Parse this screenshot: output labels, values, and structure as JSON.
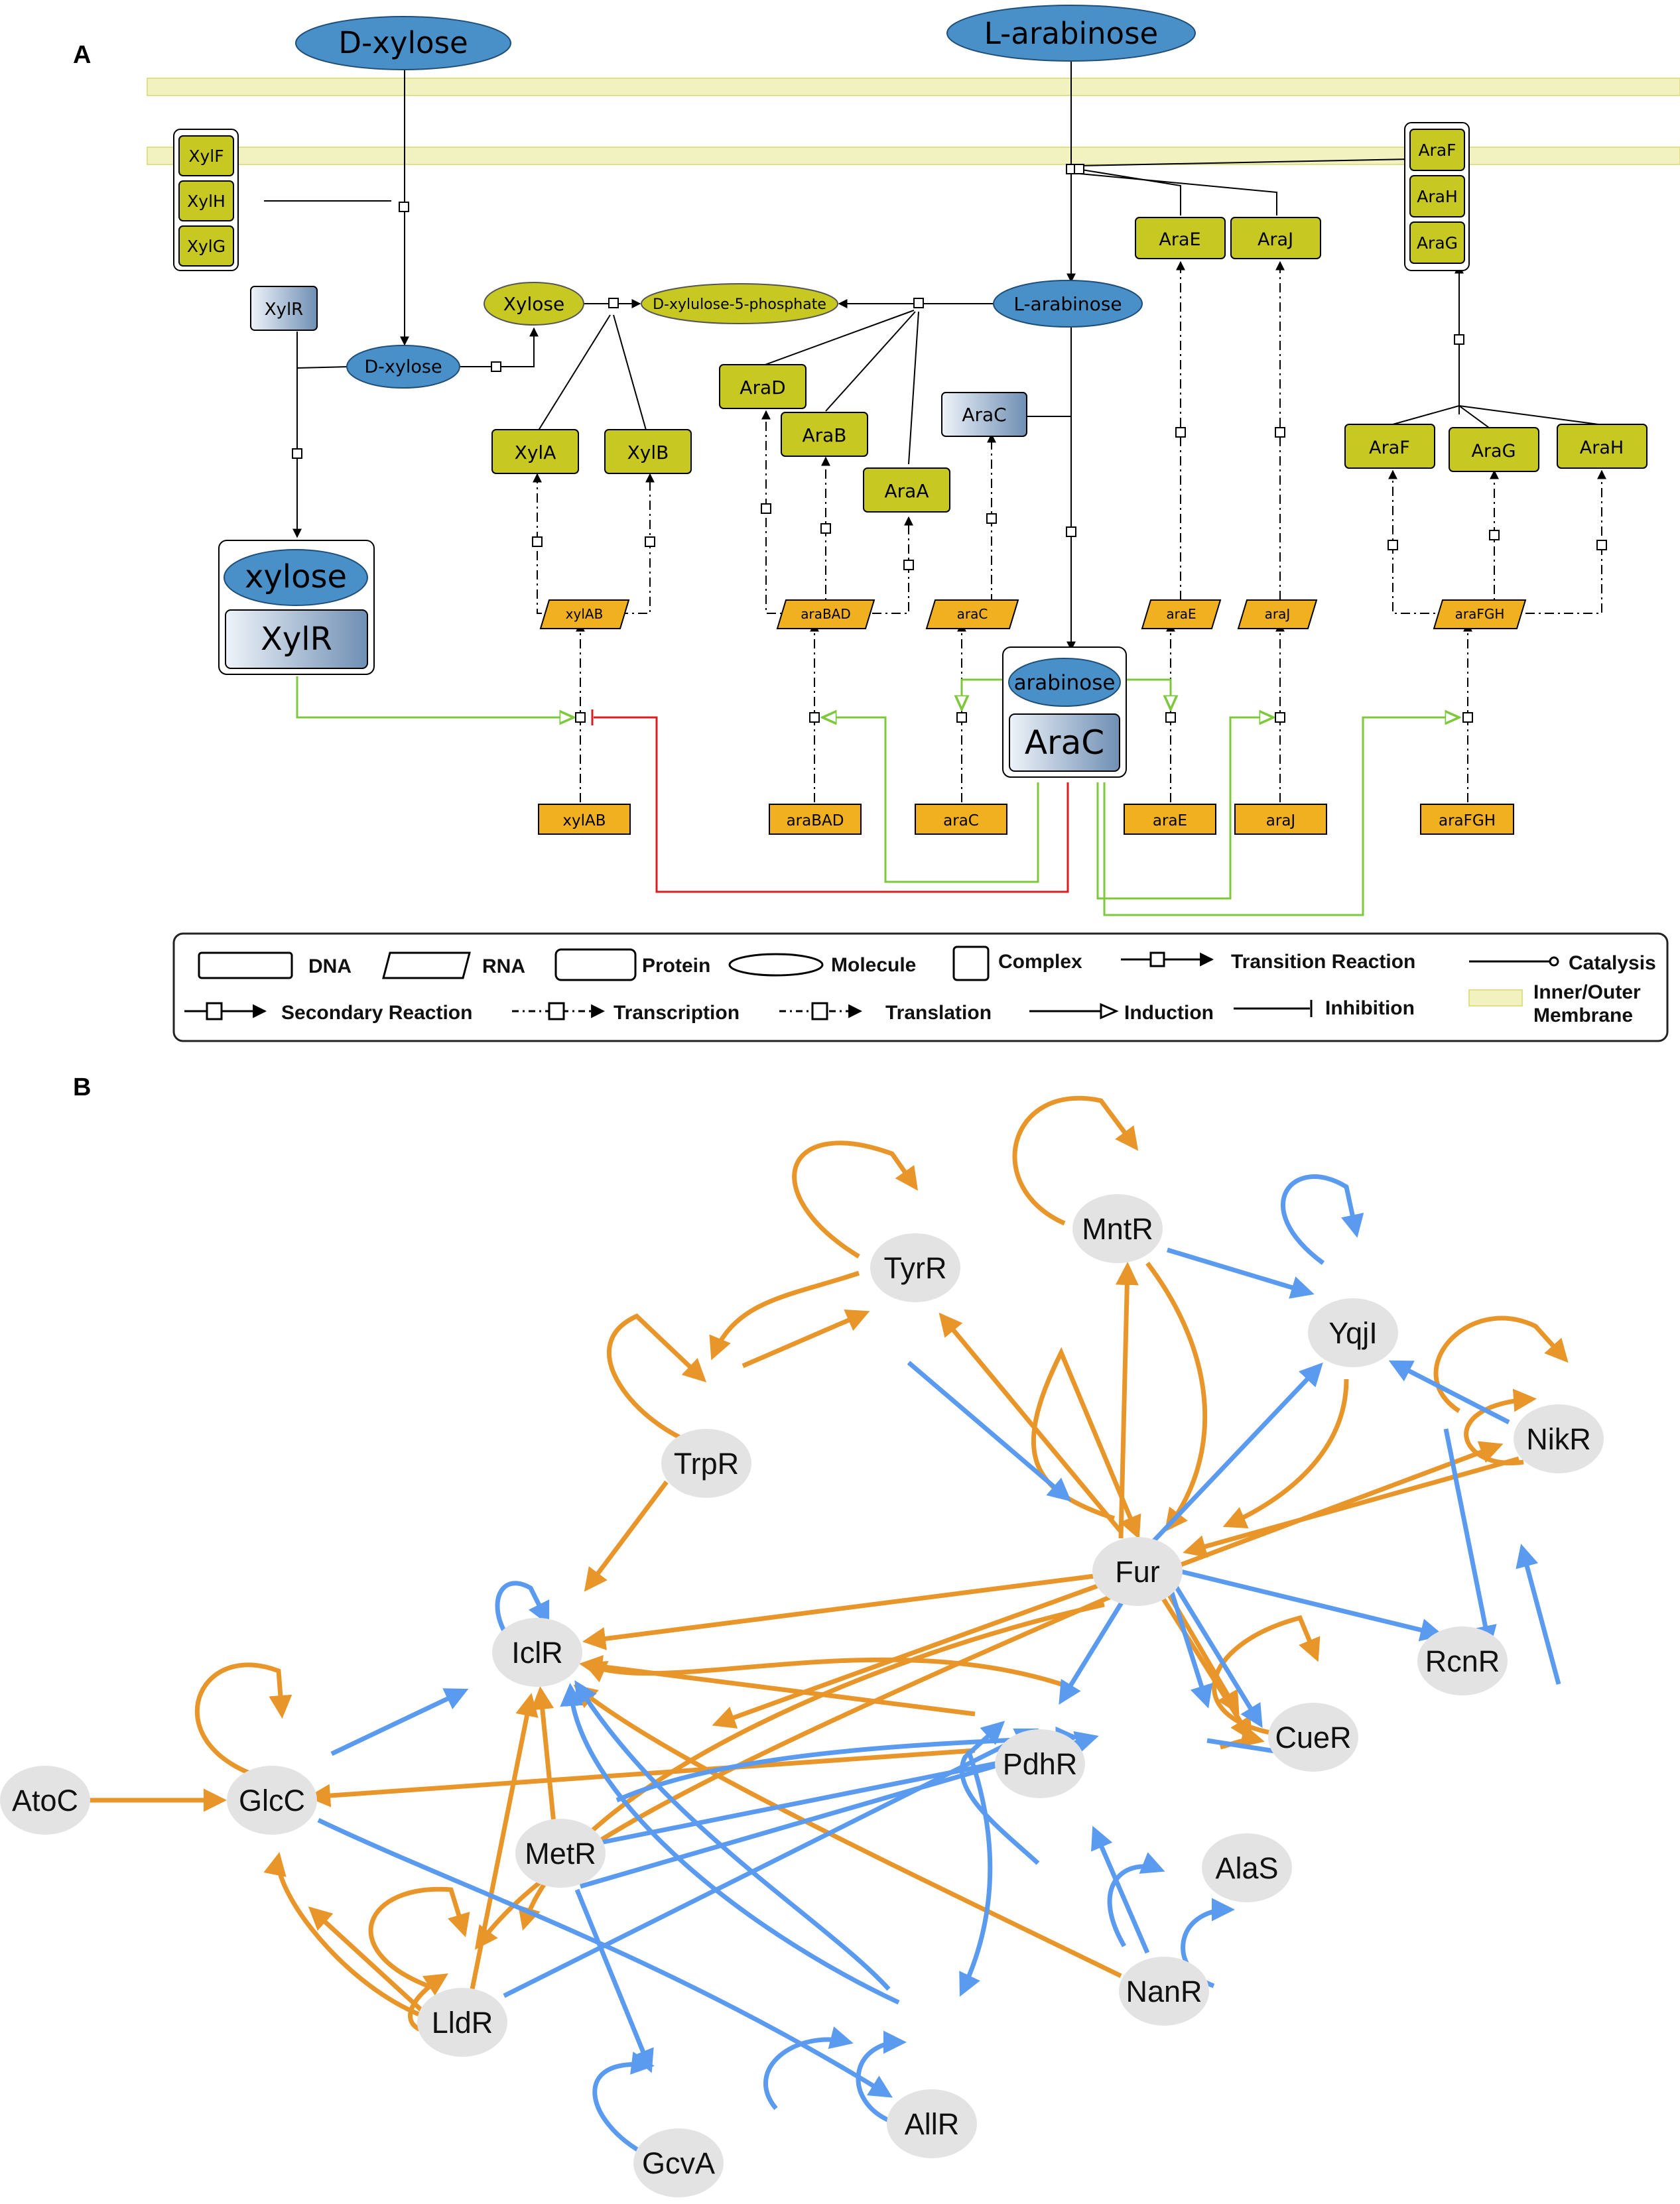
{
  "panel_a": {
    "label": "A",
    "colors": {
      "molecule": "#4a90c8",
      "protein": "#c8c822",
      "rna": "#f0b020",
      "membrane": "#f2f2c0",
      "induction": "#7dc83c",
      "inhibition": "#d81e1e"
    },
    "molecules": {
      "dxylose_out": "D-xylose",
      "larabinose_out": "L-arabinose",
      "xylose": "Xylose",
      "dx5p": "D-xylulose-5-phosphate",
      "larabinose_in": "L-arabinose",
      "dxylose_in": "D-xylose"
    },
    "proteins": {
      "xylf": "XylF",
      "xylh": "XylH",
      "xylg": "XylG",
      "xylr": "XylR",
      "xyla": "XylA",
      "xylb": "XylB",
      "arad": "AraD",
      "arab": "AraB",
      "araa": "AraA",
      "arac": "AraC",
      "arae": "AraE",
      "araj": "AraJ",
      "araf_c": "AraF",
      "arah_c": "AraH",
      "arag_c": "AraG",
      "araf": "AraF",
      "arag": "AraG",
      "arah": "AraH"
    },
    "complexes": {
      "xylose_mol": "xylose",
      "xylr_prot": "XylR",
      "arabinose_mol": "arabinose",
      "arac_prot": "AraC"
    },
    "rna": {
      "xylab": "xylAB",
      "arabad": "araBAD",
      "arac": "araC",
      "arae": "araE",
      "araj": "araJ",
      "arafgh": "araFGH"
    },
    "dna": {
      "xylab": "xylAB",
      "arabad": "araBAD",
      "arac": "araC",
      "arae": "araE",
      "araj": "araJ",
      "arafgh": "araFGH"
    },
    "legend": {
      "dna": "DNA",
      "rna": "RNA",
      "protein": "Protein",
      "molecule": "Molecule",
      "complex": "Complex",
      "transition": "Transition Reaction",
      "catalysis": "Catalysis",
      "secondary": "Secondary Reaction",
      "transcription": "Transcription",
      "translation": "Translation",
      "induction": "Induction",
      "inhibition": "Inhibition",
      "membrane_1": "Inner/Outer",
      "membrane_2": "Membrane"
    }
  },
  "panel_b": {
    "label": "B",
    "colors": {
      "orange": "#e8962a",
      "blue": "#5b9bef",
      "node": "#e3e3e3"
    },
    "nodes": {
      "tyrr": "TyrR",
      "mntr": "MntR",
      "yqji": "YqjI",
      "nikr": "NikR",
      "trpr": "TrpR",
      "fur": "Fur",
      "iclr": "IclR",
      "rcnr": "RcnR",
      "cuer": "CueR",
      "pdhr": "PdhR",
      "atoc": "AtoC",
      "glcc": "GlcC",
      "metr": "MetR",
      "alas": "AlaS",
      "nanr": "NanR",
      "lldr": "LldR",
      "allr": "AllR",
      "gcva": "GcvA"
    }
  }
}
